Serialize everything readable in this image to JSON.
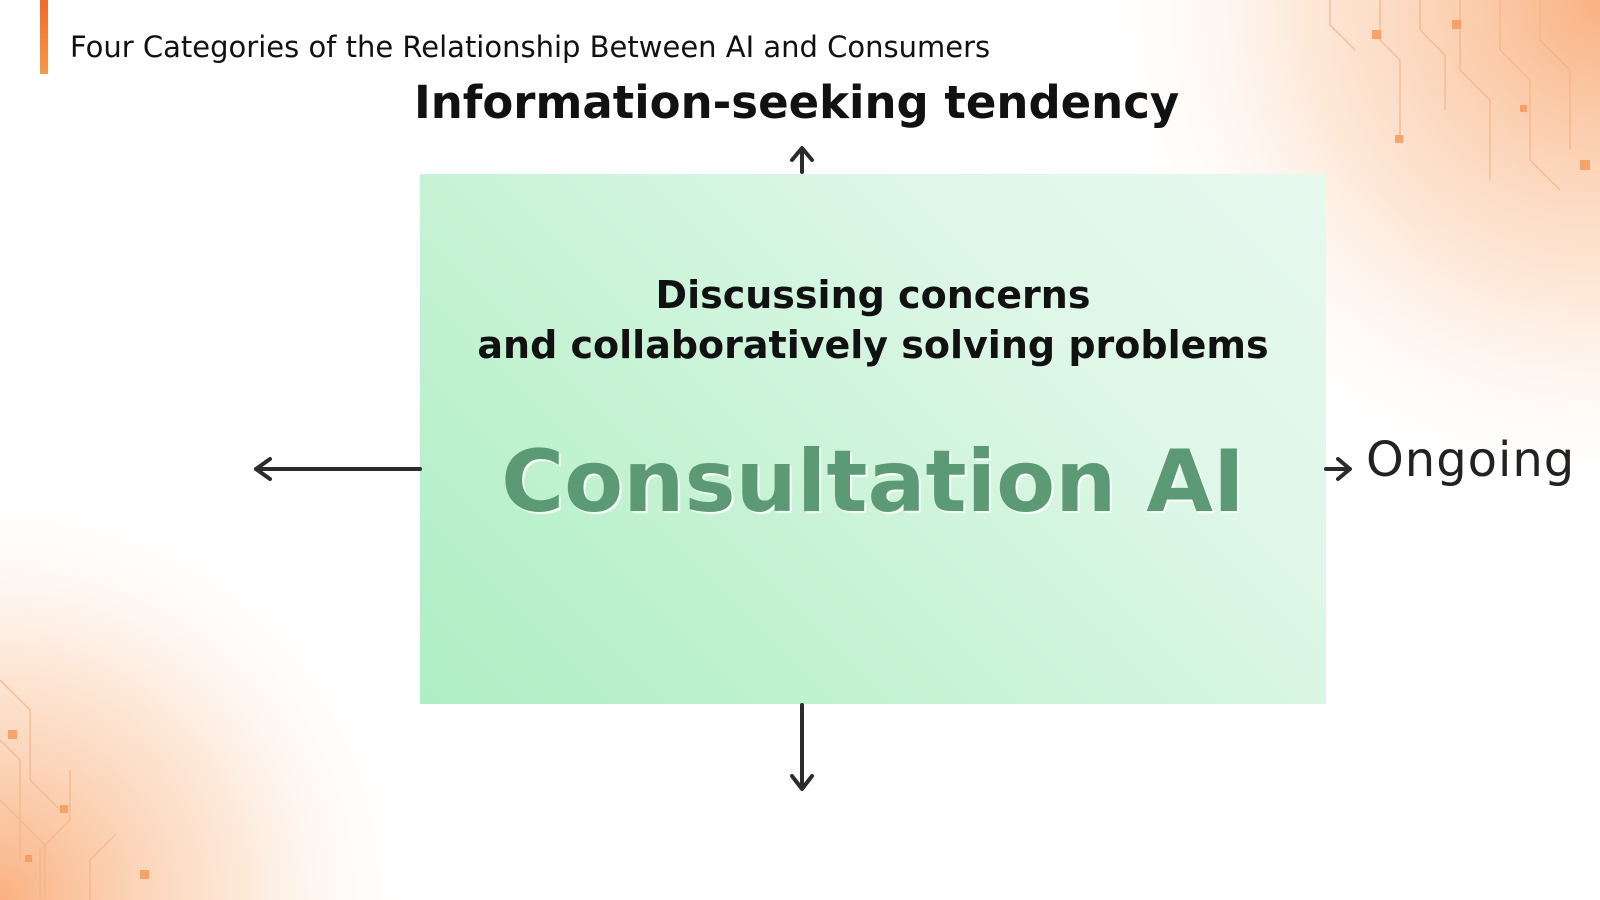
{
  "slide": {
    "title": "Four Categories of the Relationship Between AI and Consumers",
    "accent_color": "#f37a30"
  },
  "axes": {
    "top_label": "Information-seeking tendency",
    "right_label": "Ongoing"
  },
  "quadrant": {
    "description_line1": "Discussing concerns",
    "description_line2": "and collaboratively solving problems",
    "name": "Consultation AI",
    "fill_color": "#c8f3d6",
    "name_color": "#5c9a76"
  }
}
